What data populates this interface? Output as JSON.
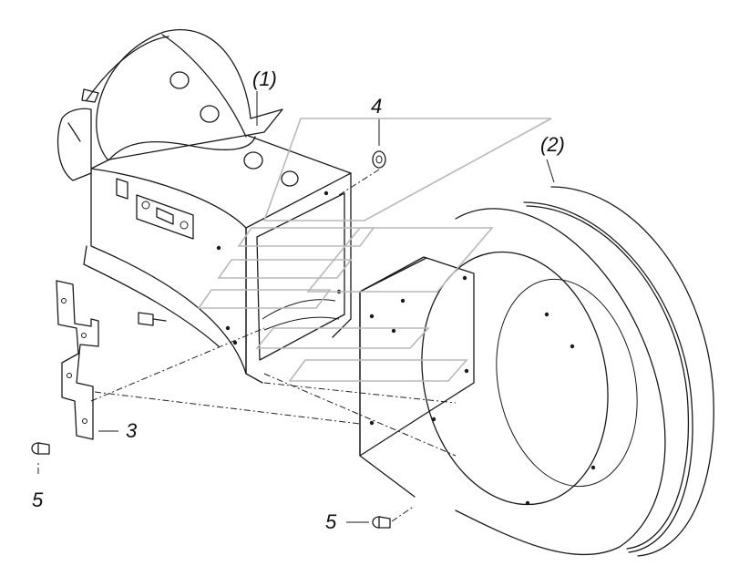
{
  "diagram": {
    "labels": {
      "part_1": "(1)",
      "part_2": "(2)",
      "part_3": "3",
      "part_4": "4",
      "part_5_left": "5",
      "part_5_bottom": "5"
    },
    "colors": {
      "line": "#1a1a1a",
      "watermark": "#b9b9b9",
      "background": "#ffffff"
    }
  }
}
